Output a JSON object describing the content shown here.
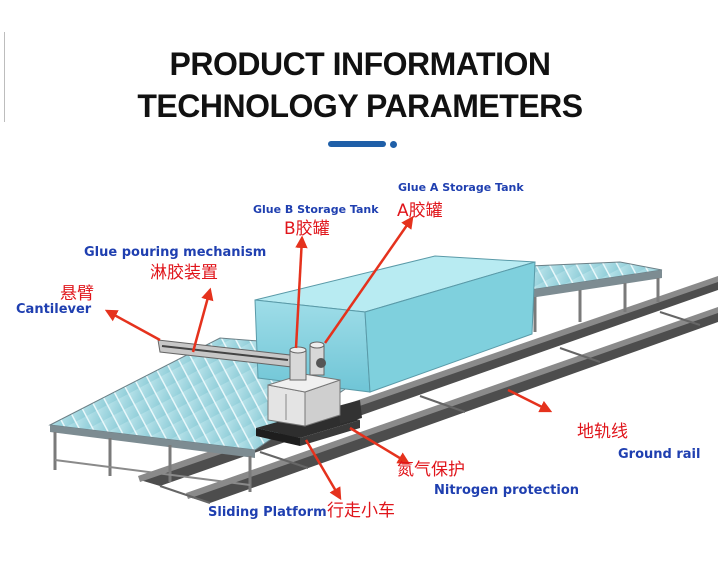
{
  "header": {
    "title_line1": "PRODUCT INFORMATION",
    "title_line2": "TECHNOLOGY PARAMETERS"
  },
  "labels": {
    "glue_a_en": "Glue A Storage Tank",
    "glue_a_cn": "A胶罐",
    "glue_b_en": "Glue B Storage Tank",
    "glue_b_cn": "B胶罐",
    "pour_en": "Glue pouring mechanism",
    "pour_cn": "淋胶装置",
    "cantilever_en": "Cantilever",
    "cantilever_cn": "悬臂",
    "rail_cn": "地轨线",
    "rail_en": "Ground rail",
    "nitrogen_cn": "氮气保护",
    "nitrogen_en": "Nitrogen protection",
    "platform_en": "Sliding Platform",
    "platform_cn": "行走小车"
  },
  "colors": {
    "english_label": "#1f3fb0",
    "chinese_label": "#e0151b",
    "arrow": "#e5321d",
    "accent_bar": "#1f5fa8"
  }
}
